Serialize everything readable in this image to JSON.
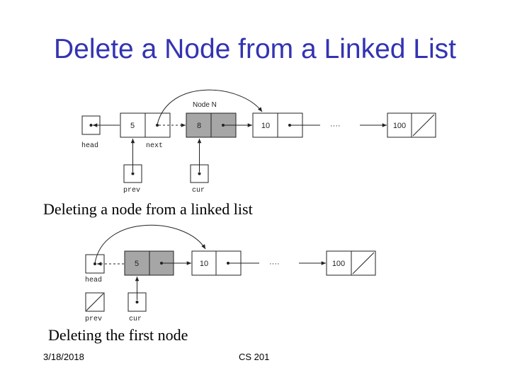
{
  "title": "Delete a Node from a Linked List",
  "diagram1": {
    "node_label": "Node N",
    "values": [
      "5",
      "8",
      "10",
      "100"
    ],
    "labels": {
      "head": "head",
      "next": "next",
      "prev": "prev",
      "cur": "cur"
    },
    "ellipsis": "····",
    "caption": "Deleting a node from a linked list"
  },
  "diagram2": {
    "values": [
      "5",
      "10",
      "100"
    ],
    "labels": {
      "head": "head",
      "prev": "prev",
      "cur": "cur"
    },
    "ellipsis": "····",
    "caption": "Deleting the first node"
  },
  "footer": {
    "date": "3/18/2018",
    "course": "CS 201"
  },
  "colors": {
    "title": "#3333b3",
    "deleted_node": "#a6a6a6",
    "line": "#222222"
  }
}
